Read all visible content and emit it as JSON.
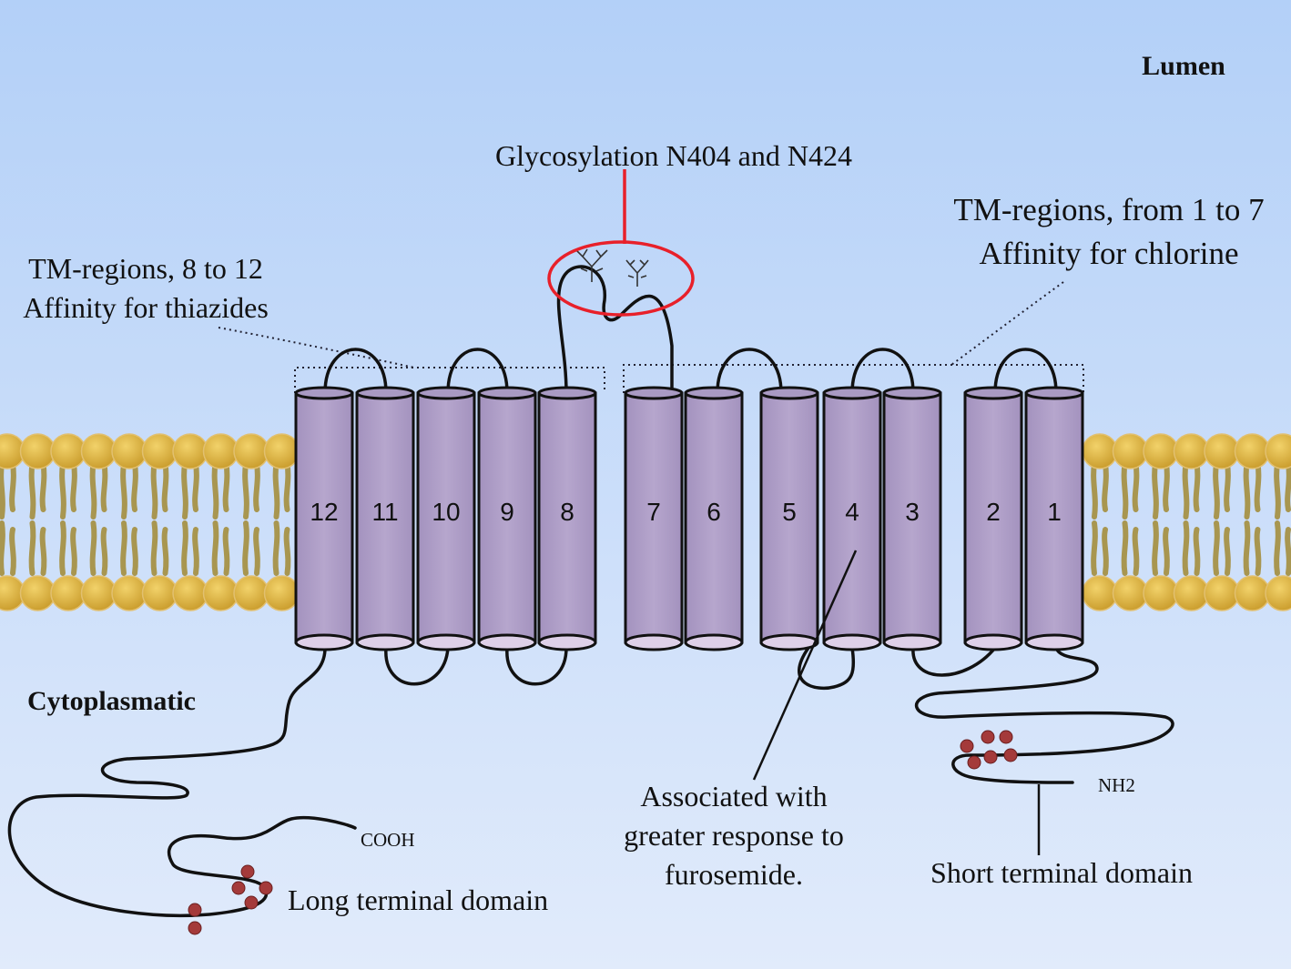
{
  "labels": {
    "lumen": "Lumen",
    "cytoplasmatic": "Cytoplasmatic",
    "glycosylation": "Glycosylation N404 and N424",
    "tm_right_line1": "TM-regions, from 1 to 7",
    "tm_right_line2": "Affinity for chlorine",
    "tm_left_line1": "TM-regions, 8 to 12",
    "tm_left_line2": "Affinity for thiazides",
    "furosemide_line1": "Associated with",
    "furosemide_line2": "greater response to",
    "furosemide_line3": "furosemide.",
    "long_domain": "Long terminal domain",
    "short_domain": "Short terminal domain",
    "cooh": "COOH",
    "nh2": "NH2"
  },
  "helices": [
    "12",
    "11",
    "10",
    "9",
    "8",
    "7",
    "6",
    "5",
    "4",
    "3",
    "2",
    "1"
  ],
  "colors": {
    "background_top": "#b3d0f8",
    "background_bottom": "#e1ebfb",
    "helix_fill": "#b0a0c8",
    "helix_end": "#ded0e8",
    "lipid_head": "#d9ad3a",
    "lipid_tail": "#a89650",
    "phospho_dot": "#a43a3a",
    "glyco_circle": "#e8202a",
    "outline": "#111111"
  }
}
